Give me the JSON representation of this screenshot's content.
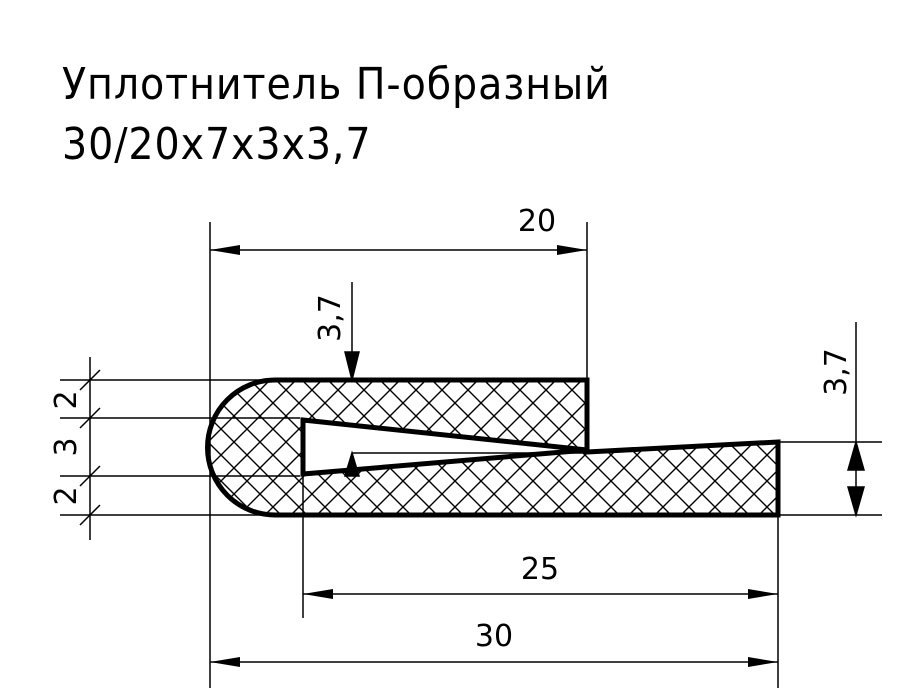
{
  "title": {
    "line1": "Уплотнитель П-образный",
    "line2": "30/20х7х3х3,7"
  },
  "dimensions": {
    "top_width": "20",
    "slot_height": "3,7",
    "right_height": "3,7",
    "left_top": "2",
    "left_middle": "3",
    "left_bottom": "2",
    "lower_width": "25",
    "total_width": "30"
  },
  "colors": {
    "line": "#000000",
    "background": "#ffffff"
  }
}
